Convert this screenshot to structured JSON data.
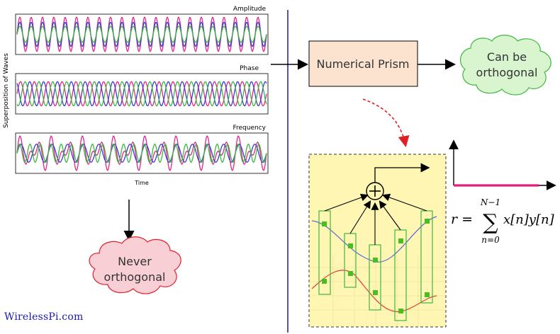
{
  "panels": {
    "ylabel": "Superposition of Waves",
    "xlabel": "Time",
    "amplitude_title": "Amplitude",
    "phase_title": "Phase",
    "frequency_title": "Frequency"
  },
  "prism_label": "Numerical Prism",
  "cloud_can_be": [
    "Can be",
    "orthogonal"
  ],
  "cloud_never": [
    "Never",
    "orthogonal"
  ],
  "formula": {
    "lhs": "r =",
    "sum_top": "N−1",
    "sum_bottom": "n=0",
    "term": "x[n]y[n]"
  },
  "brand": "WirelessPi.com",
  "colors": {
    "magenta": "#e0288c",
    "blue": "#3a3ad8",
    "green": "#3cb83c",
    "divider": "#1a1aaa",
    "prism_fill": "#fce3cf",
    "cloud_green": "#d9f5cf",
    "cloud_red": "#f9cfd6",
    "inset_bg": "#fff6b3",
    "pink_line": "#e0207a"
  }
}
